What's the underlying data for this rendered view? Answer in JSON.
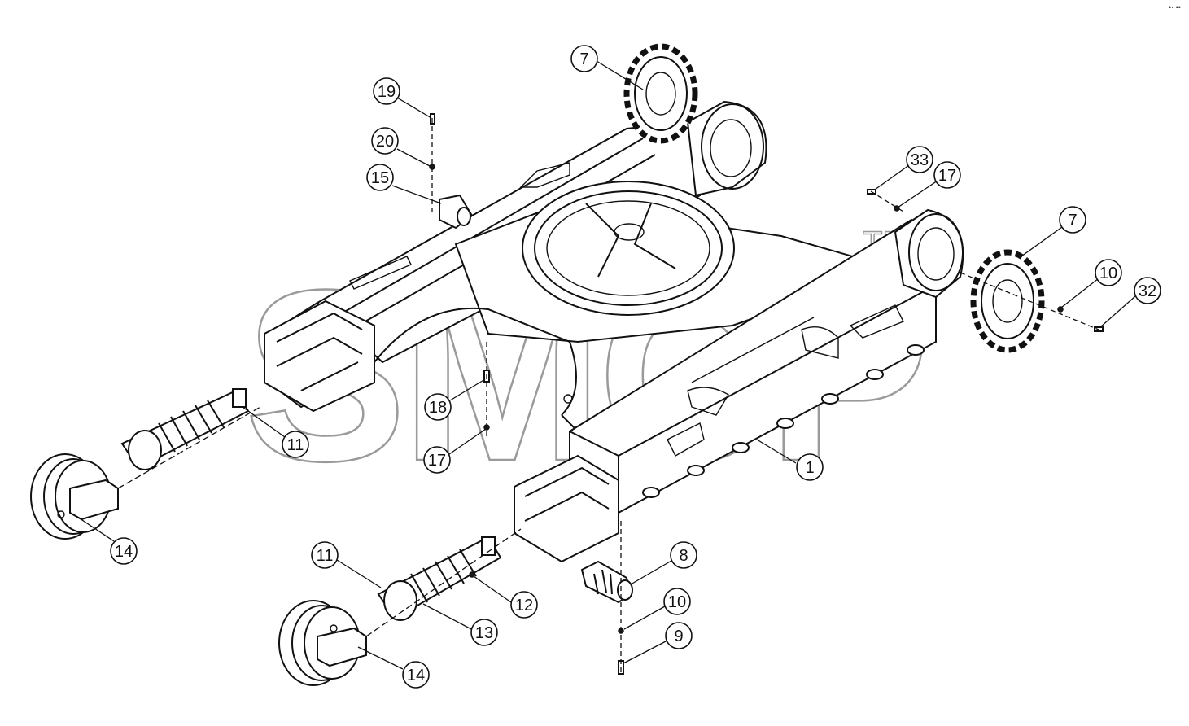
{
  "watermark": {
    "text": "SMCP",
    "tm": "TM"
  },
  "corner_mark": "•· ••",
  "callouts": [
    {
      "label": "7"
    },
    {
      "label": "19"
    },
    {
      "label": "20"
    },
    {
      "label": "15"
    },
    {
      "label": "33"
    },
    {
      "label": "17"
    },
    {
      "label": "7"
    },
    {
      "label": "10"
    },
    {
      "label": "32"
    },
    {
      "label": "18"
    },
    {
      "label": "17"
    },
    {
      "label": "11"
    },
    {
      "label": "1"
    },
    {
      "label": "14"
    },
    {
      "label": "8"
    },
    {
      "label": "11"
    },
    {
      "label": "12"
    },
    {
      "label": "10"
    },
    {
      "label": "13"
    },
    {
      "label": "9"
    },
    {
      "label": "14"
    }
  ]
}
